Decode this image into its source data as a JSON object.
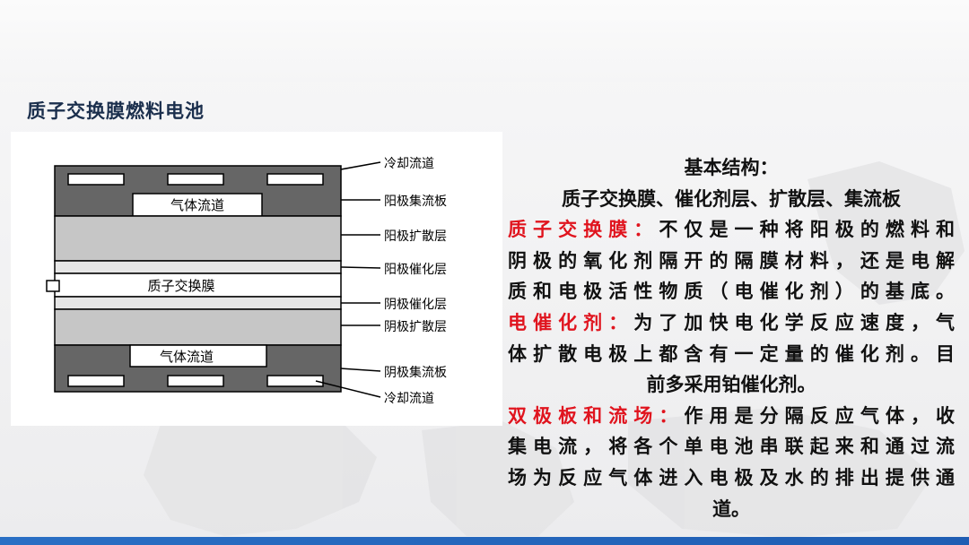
{
  "title": "质子交换膜燃料电池",
  "diagram": {
    "labels": {
      "cooling_top": "冷却流道",
      "anode_collector": "阳极集流板",
      "anode_diffusion": "阳极扩散层",
      "anode_catalyst": "阳极催化层",
      "cathode_catalyst": "阴极催化层",
      "cathode_diffusion": "阴极扩散层",
      "cathode_collector": "阴极集流板",
      "cooling_bottom": "冷却流道"
    },
    "inner": {
      "gas_channel_top": "气体流道",
      "membrane": "质子交换膜",
      "gas_channel_bottom": "气体流道"
    }
  },
  "text": {
    "heading": "基本结构：",
    "components": "质子交换膜、催化剂层、扩散层、集流板",
    "pem": {
      "term": "质子交换膜：",
      "line1": "不仅是一种将阳极的燃料和",
      "line2": "阴极的氧化剂隔开的隔膜材料，还是电解",
      "line3": "质和电极活性物质（电催化剂）的基底。"
    },
    "catalyst": {
      "term": "电催化剂：",
      "line1": "为了加快电化学反应速度，气",
      "line2": "体扩散电极上都含有一定量的催化剂。目",
      "line3": "前多采用铂催化剂。"
    },
    "plate": {
      "term": "双极板和流场：",
      "line1": "作用是分隔反应气体，收",
      "line2": "集电流，将各个单电池串联起来和通过流",
      "line3": "场为反应气体进入电极及水的排出提供通",
      "line4": "道。"
    }
  },
  "colors": {
    "title": "#1b2f4d",
    "highlight": "#e0141e",
    "accent_bar": "#2a6fc4"
  }
}
